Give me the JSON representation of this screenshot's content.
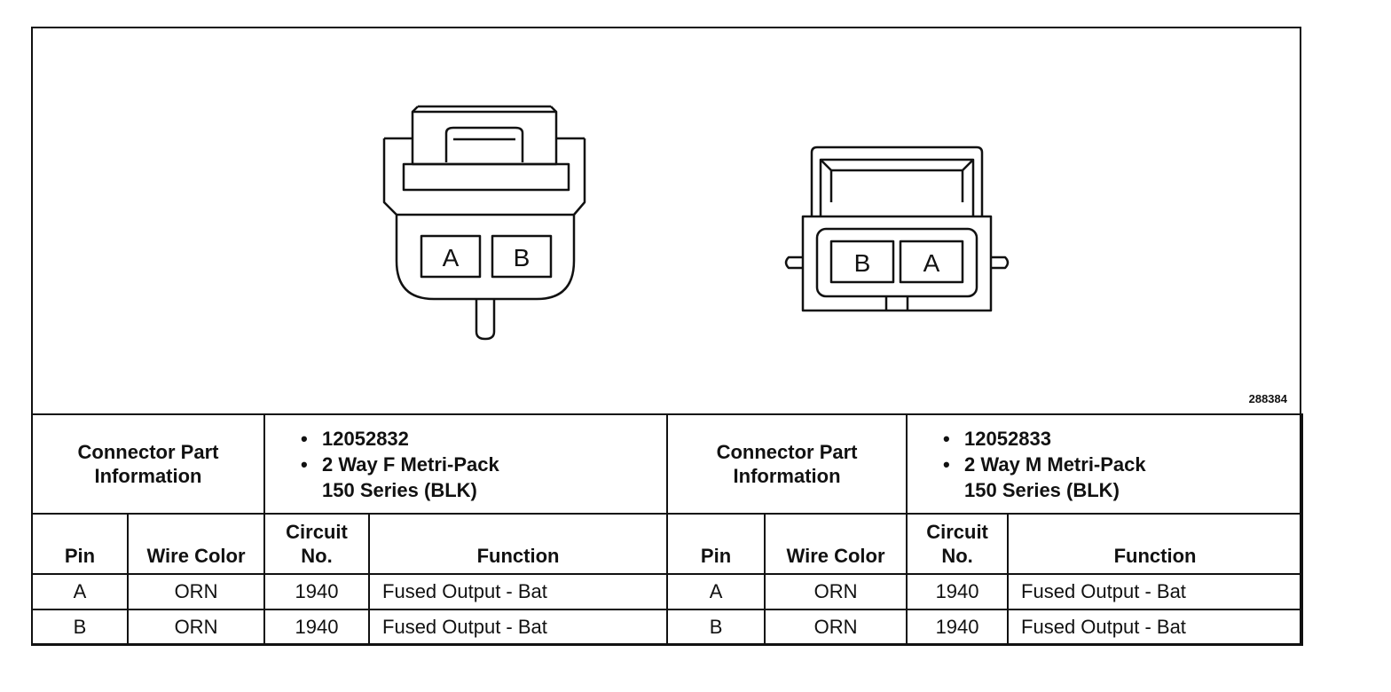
{
  "figure": {
    "id_number": "288384",
    "female_connector": {
      "pins": [
        "A",
        "B"
      ]
    },
    "male_connector": {
      "pins": [
        "B",
        "A"
      ]
    }
  },
  "left_connector": {
    "info_label": "Connector Part Information",
    "part_number": "12052832",
    "description_line1": "2 Way F Metri-Pack",
    "description_line2": "150 Series (BLK)",
    "headers": {
      "pin": "Pin",
      "wire_color": "Wire Color",
      "circuit_no": "Circuit No.",
      "function": "Function"
    },
    "rows": [
      {
        "pin": "A",
        "wire_color": "ORN",
        "circuit_no": "1940",
        "function": "Fused Output - Bat"
      },
      {
        "pin": "B",
        "wire_color": "ORN",
        "circuit_no": "1940",
        "function": "Fused Output - Bat"
      }
    ]
  },
  "right_connector": {
    "info_label": "Connector Part Information",
    "part_number": "12052833",
    "description_line1": "2 Way M Metri-Pack",
    "description_line2": "150 Series (BLK)",
    "headers": {
      "pin": "Pin",
      "wire_color": "Wire Color",
      "circuit_no": "Circuit No.",
      "function": "Function"
    },
    "rows": [
      {
        "pin": "A",
        "wire_color": "ORN",
        "circuit_no": "1940",
        "function": "Fused Output - Bat"
      },
      {
        "pin": "B",
        "wire_color": "ORN",
        "circuit_no": "1940",
        "function": "Fused Output - Bat"
      }
    ]
  }
}
